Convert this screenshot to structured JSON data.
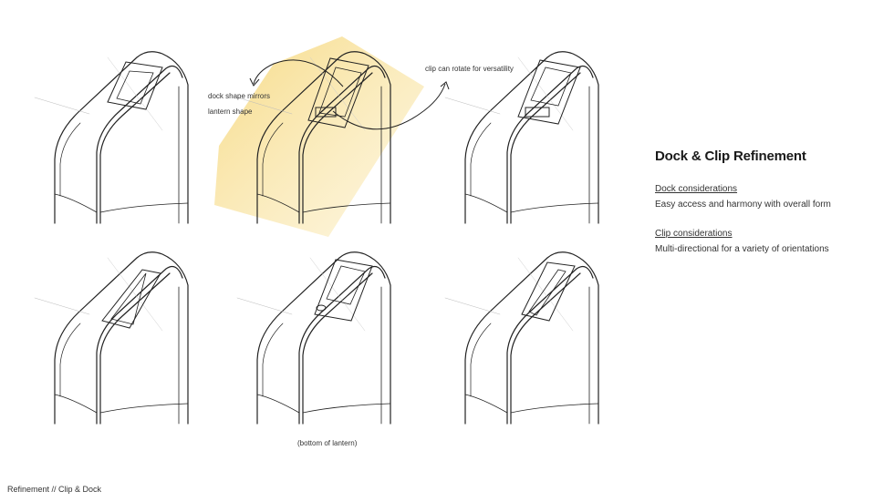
{
  "slide": {
    "title": "Dock & Clip Refinement",
    "sections": [
      {
        "heading": "Dock considerations",
        "text": "Easy access and harmony with overall form"
      },
      {
        "heading": "Clip considerations",
        "text": "Multi-directional for a variety of orientations"
      }
    ],
    "annotations": {
      "dock_line1": "dock shape mirrors",
      "dock_line2": "lantern shape",
      "clip": "clip can rotate for versatility",
      "bottom": "(bottom of lantern)"
    },
    "footer": "Refinement // Clip & Dock",
    "colors": {
      "highlight": "#f8e3a0",
      "ink": "#222222"
    }
  }
}
